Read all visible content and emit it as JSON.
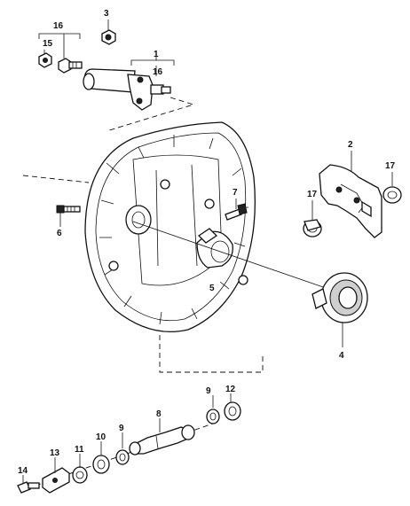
{
  "callouts": {
    "c1": "1",
    "c2": "2",
    "c3": "3",
    "c4": "4",
    "c5": "5",
    "c6": "6",
    "c7": "7",
    "c8": "8",
    "c9a": "9",
    "c9b": "9",
    "c10": "10",
    "c11": "11",
    "c12": "12",
    "c13": "13",
    "c14": "14",
    "c15": "15",
    "c16a": "16",
    "c16b": "16",
    "c17a": "17",
    "c17b": "17"
  }
}
